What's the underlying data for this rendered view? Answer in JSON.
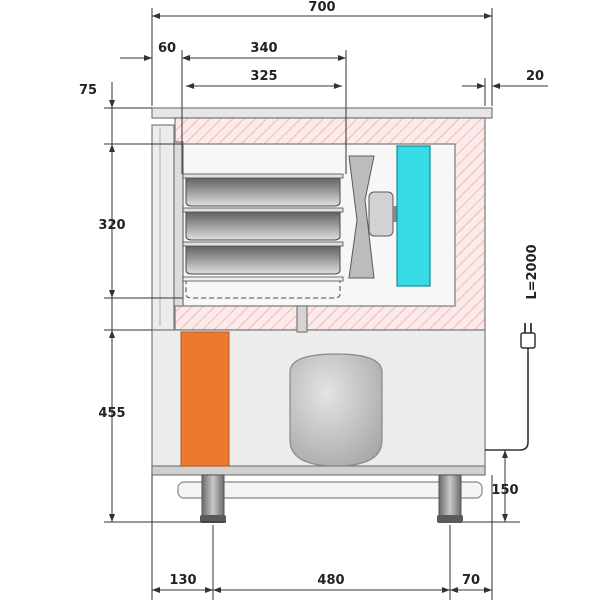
{
  "diagram": {
    "dimensions": {
      "overall_width": "700",
      "side_offset": "60",
      "tray_outer": "340",
      "tray_inner": "325",
      "top_height": "75",
      "rear_offset": "20",
      "chamber_height": "320",
      "base_height": "455",
      "cable_length": "L=2000",
      "foot_height": "150",
      "left_foot": "130",
      "foot_span": "480",
      "right_foot": "70"
    },
    "colors": {
      "hatch": "#f2c9c9",
      "body": "#eaeaea",
      "chamber": "#f7f7f7",
      "evaporator": "#35dce8",
      "panel": "#ec7a2e",
      "compressor": "#c4c4c4",
      "tray": "#909090",
      "feet": "#a0a0a0"
    }
  }
}
